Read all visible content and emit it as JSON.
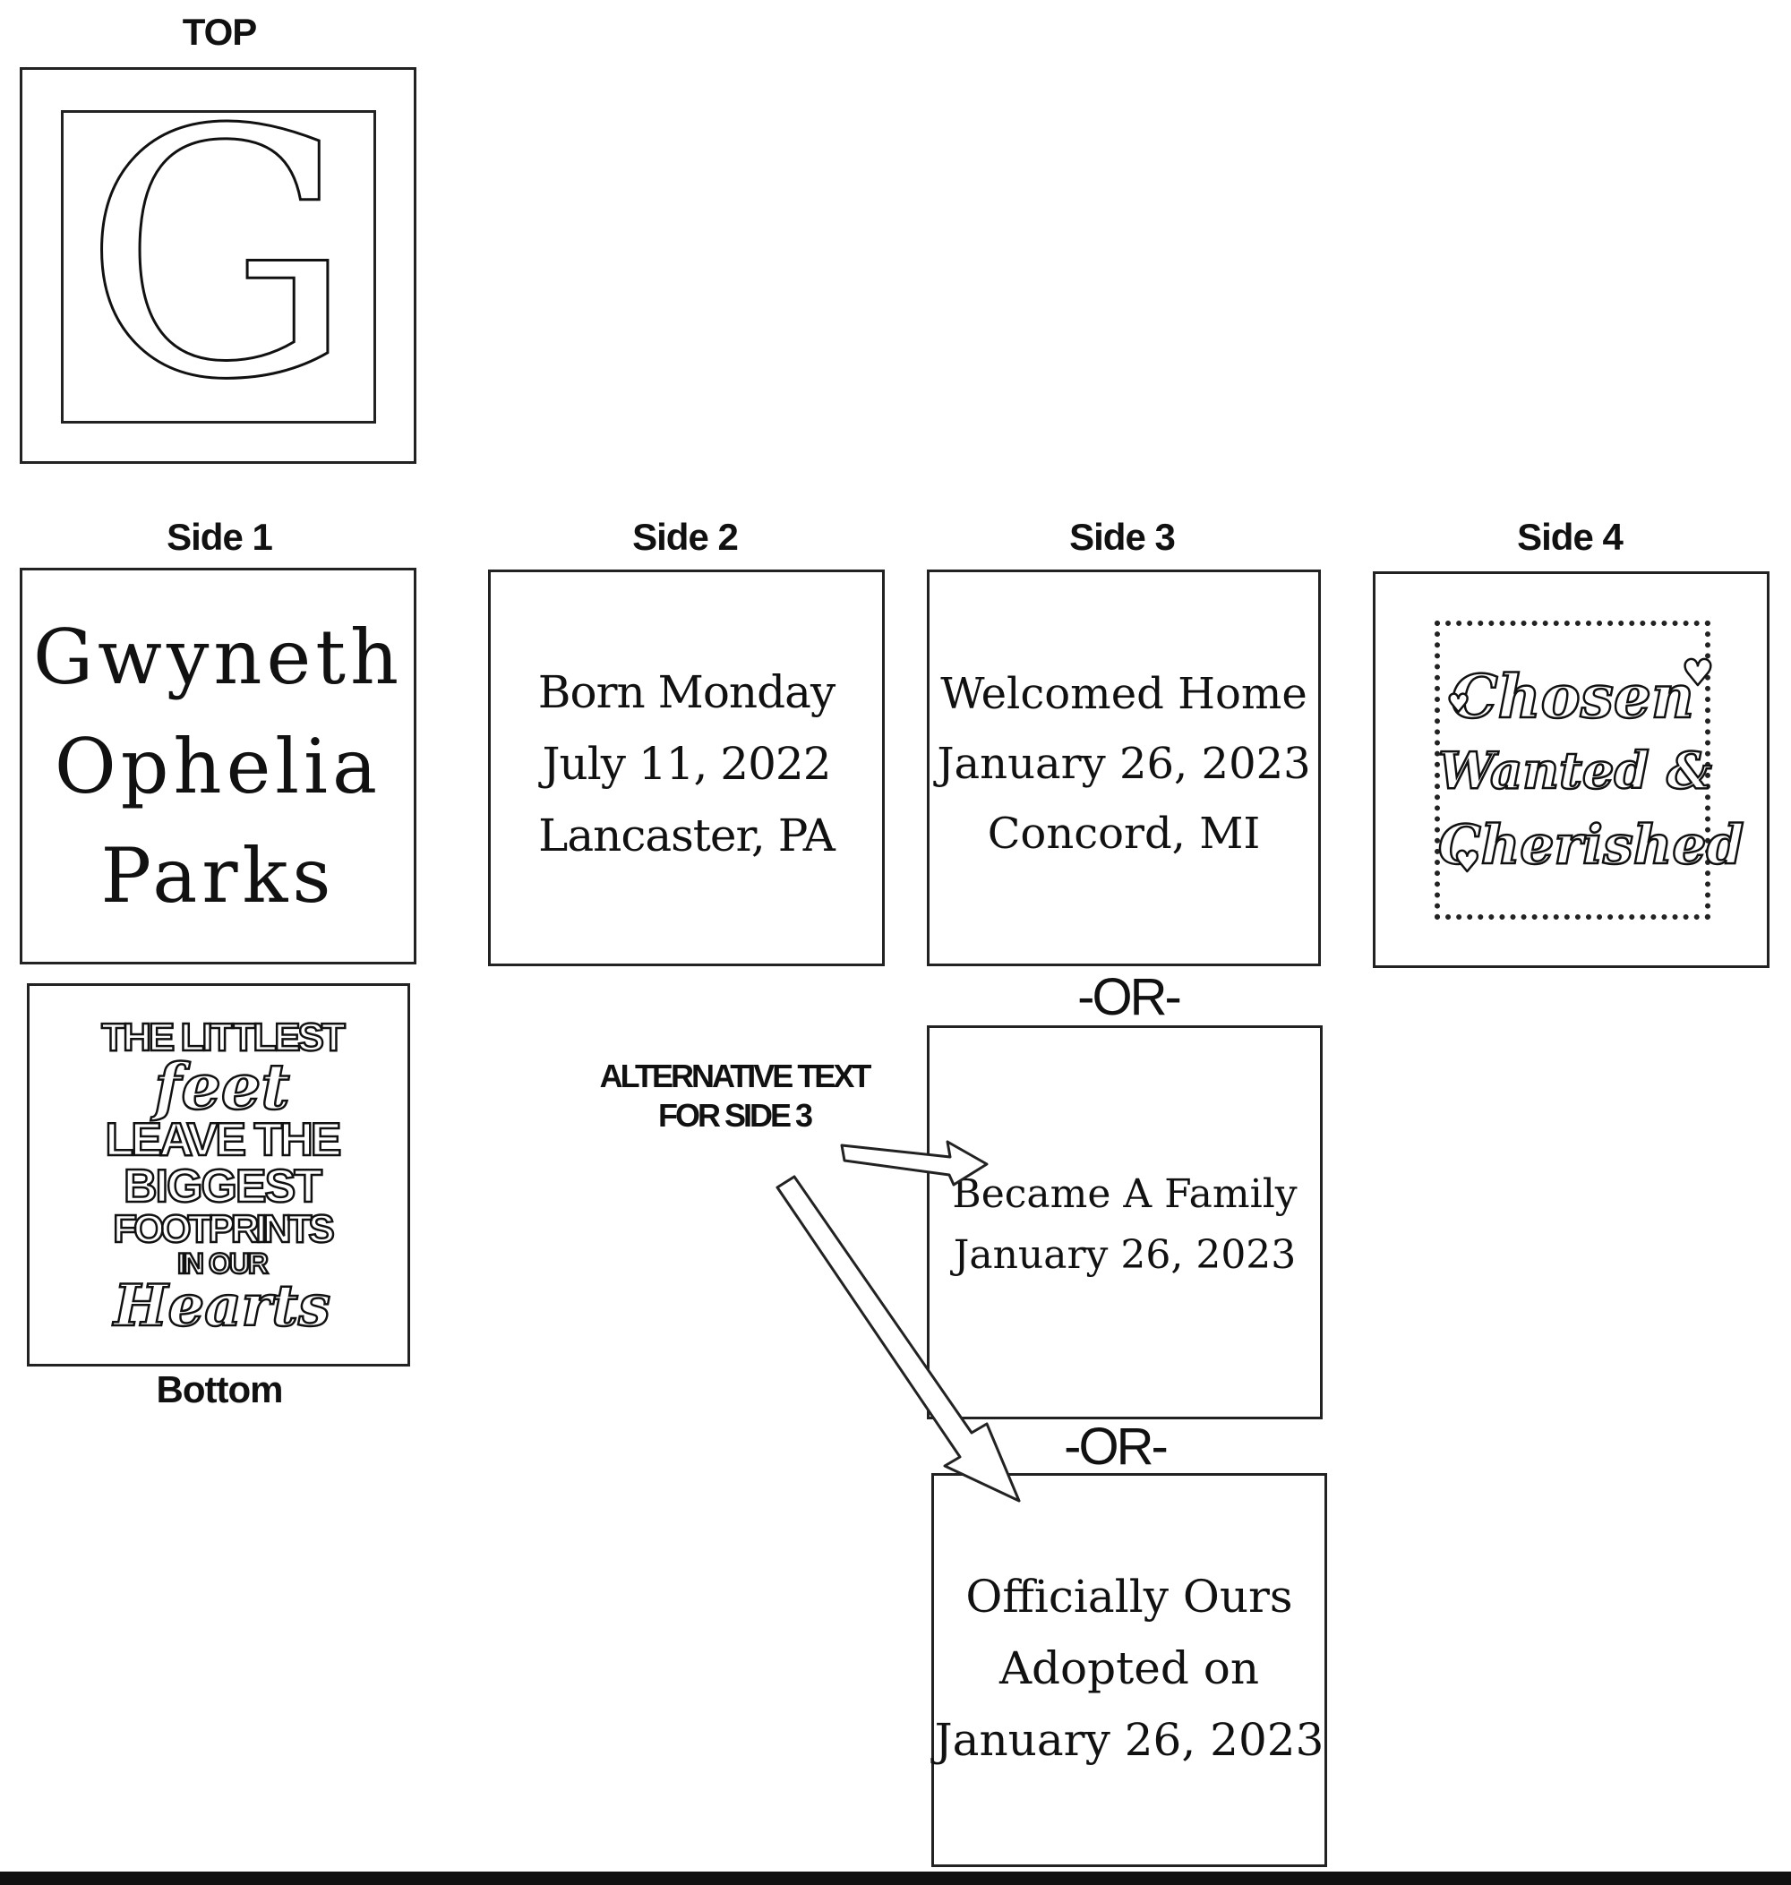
{
  "top": {
    "label": "TOP",
    "monogram": "G"
  },
  "sides": [
    {
      "label": "Side 1",
      "lines": [
        "Gwyneth",
        "Ophelia",
        "Parks"
      ]
    },
    {
      "label": "Side 2",
      "lines": [
        "Born Monday",
        "July 11, 2022",
        "Lancaster, PA"
      ]
    },
    {
      "label": "Side 3",
      "lines": [
        "Welcomed Home",
        "January 26, 2023",
        "Concord, MI"
      ]
    },
    {
      "label": "Side 4",
      "art_lines": [
        "Chosen",
        "Wanted &",
        "Cherished"
      ]
    }
  ],
  "bottom": {
    "label": "Bottom",
    "art_lines": [
      "THE LITTLEST",
      "feet",
      "LEAVE THE",
      "BIGGEST",
      "FOOTPRINTS",
      "IN OUR",
      "Hearts"
    ]
  },
  "or_label": "-OR-",
  "alt_note": {
    "line1": "ALTERNATIVE TEXT",
    "line2": "FOR SIDE 3"
  },
  "alternatives": [
    {
      "lines": [
        "Became A Family",
        "January 26, 2023"
      ]
    },
    {
      "lines": [
        "Officially Ours",
        "Adopted on",
        "January 26, 2023"
      ]
    }
  ]
}
